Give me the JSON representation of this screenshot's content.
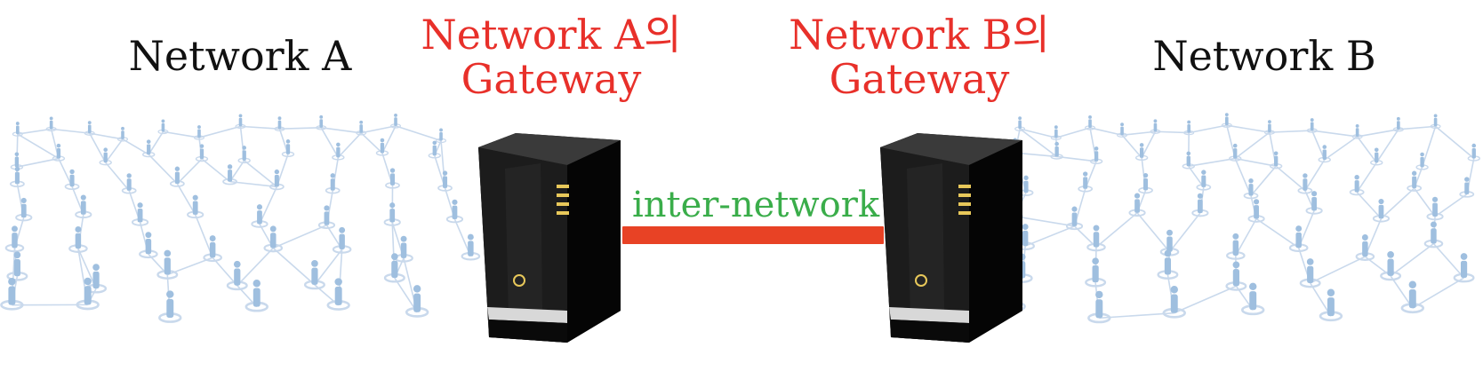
{
  "network_a": {
    "title": "Network A",
    "gateway_line1": "Network A의",
    "gateway_line2": "Gateway"
  },
  "network_b": {
    "title": "Network B",
    "gateway_line1": "Network B의",
    "gateway_line2": "Gateway"
  },
  "link": {
    "label": "inter-network"
  },
  "colors": {
    "title_text": "#111111",
    "gateway_text": "#e8302a",
    "link_label": "#3aad4a",
    "link_bar": "#e84225",
    "mesh_line": "#c9d9ec",
    "person": "#9fbfdf",
    "server_body": "#151515"
  },
  "icons": {
    "server": "server-tower-icon",
    "person": "person-icon"
  }
}
